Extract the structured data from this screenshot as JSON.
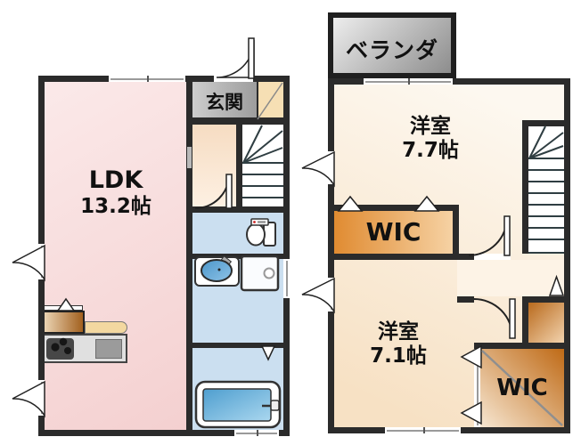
{
  "floor1": {
    "ldk_label": "LDK",
    "ldk_size": "13.2帖",
    "entrance_label": "玄関"
  },
  "floor2": {
    "veranda_label": "ベランダ",
    "room_top_label": "洋室",
    "room_top_size": "7.7帖",
    "wic_upper_label": "WIC",
    "room_bottom_label": "洋室",
    "room_bottom_size": "7.1帖",
    "wic_lower_label": "WIC"
  },
  "colors": {
    "wall": "#2b2b2b",
    "ldk_pink": "#f6d4d4",
    "wet_area_blue": "#cbdff0",
    "room_cream": "#fbeedd",
    "wic_orange": "#e08b31",
    "veranda_gray": "#9c9c9c",
    "water_blue": "#5aa0d2",
    "entrance_gray": "#b5b5b5",
    "shoe_cabinet_tan": "#f6dfb4"
  }
}
